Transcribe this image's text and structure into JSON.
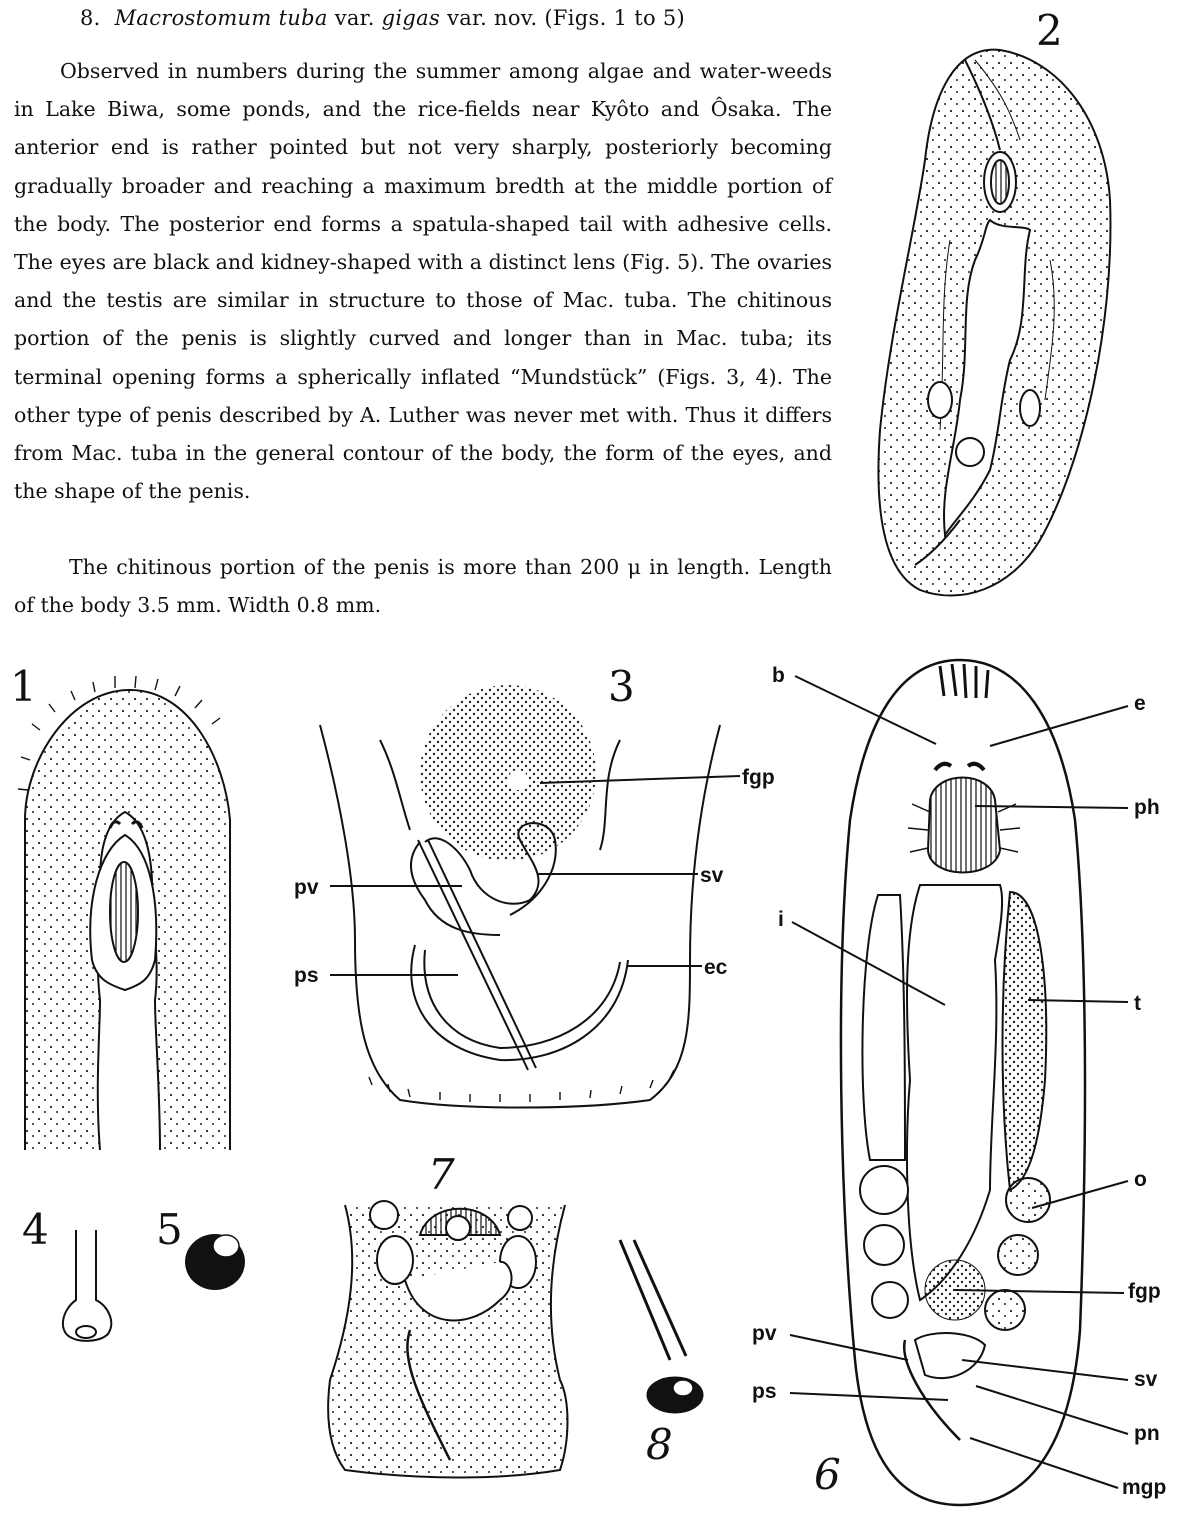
{
  "heading": {
    "number": "8.",
    "genus": "Macrostomum",
    "species": "tuba",
    "var1": "var.",
    "variety": "gigas",
    "rest": "var. nov. (Figs. 1 to 5)"
  },
  "paragraphs": [
    "Observed in numbers during the summer among algae and water-weeds in Lake Biwa, some ponds, and the rice-fields near Kyôto and Ôsaka. The anterior end is rather pointed but not very sharply, posteriorly becoming gradually broader and reaching a maximum bredth at the middle portion of the body. The posterior end forms a spatula-shaped tail with adhesive cells. The eyes are black and kidney-shaped with a distinct lens (Fig. 5). The ovaries and the testis are similar in structure to those of Mac. tuba. The chitinous portion of the penis is slightly curved and longer than in Mac. tuba; its terminal opening forms a spherically inflated “Mundstück” (Figs. 3, 4). The other type of penis described by A. Luther was never met with. Thus it differs from Mac. tuba in the general contour of the body, the form of the eyes, and the shape of the penis.",
    "The chitinous portion of the penis is more than 200 μ in length. Length of the body 3.5 mm. Width 0.8 mm."
  ],
  "figure_numbers": {
    "f1": "1",
    "f2": "2",
    "f3": "3",
    "f4": "4",
    "f5": "5",
    "f6": "6",
    "f7": "7",
    "f8": "8"
  },
  "labels": {
    "fig3": {
      "fgp": "fgp",
      "pv": "pv",
      "sv": "sv",
      "ps": "ps",
      "ec": "ec"
    },
    "fig6": {
      "b": "b",
      "e": "e",
      "ph": "ph",
      "i": "i",
      "t": "t",
      "o": "o",
      "fgp": "fgp",
      "pv": "pv",
      "sv": "sv",
      "ps": "ps",
      "pn": "pn",
      "mgp": "mgp"
    }
  }
}
